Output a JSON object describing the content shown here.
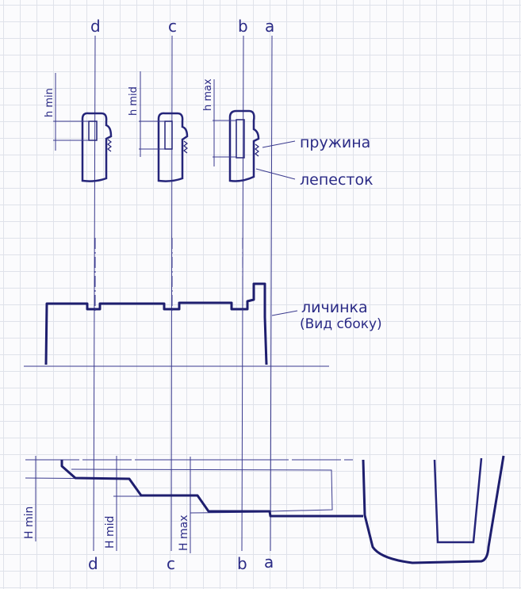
{
  "axes": {
    "top": [
      "d",
      "c",
      "b",
      "a"
    ],
    "bottom": [
      "d",
      "c",
      "b",
      "a"
    ]
  },
  "pins": {
    "h_labels": [
      "h min",
      "h mid",
      "h max"
    ],
    "spring_label": "пружина",
    "leaf_label": "лепесток"
  },
  "cylinder": {
    "label_line1": "личинка",
    "label_line2": "(Вид сбоку)"
  },
  "key": {
    "H_labels": [
      "H min",
      "H mid",
      "H max"
    ]
  },
  "colors": {
    "ink": "#25257a",
    "grid": "#dfe2ea"
  }
}
